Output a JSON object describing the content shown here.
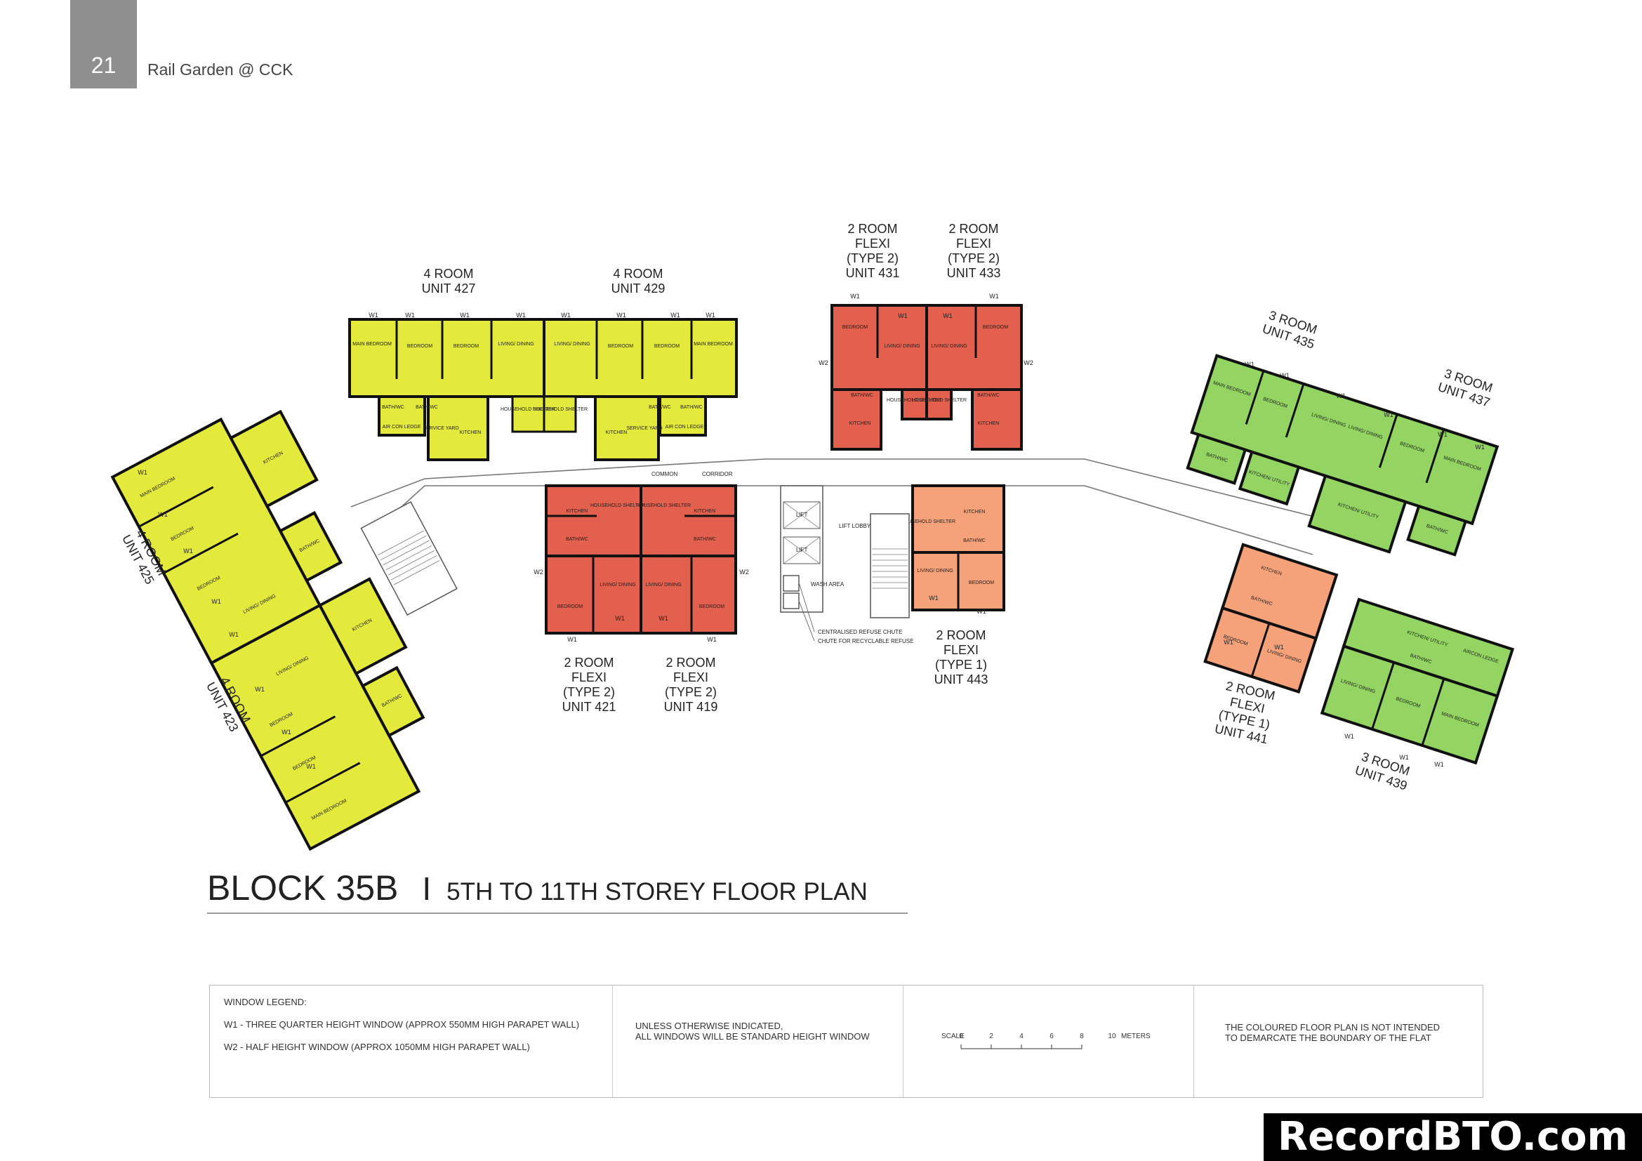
{
  "header": {
    "page_number": "21",
    "doc_title": "Rail Garden @ CCK"
  },
  "colors": {
    "four_room": "#e3ea3c",
    "two_room_type2": "#e35f4e",
    "two_room_type1": "#f5a27b",
    "three_room": "#93d462",
    "page_tab": "#8f8f8f"
  },
  "units": [
    {
      "id": "427",
      "lines": [
        "4 ROOM",
        "UNIT 427"
      ]
    },
    {
      "id": "429",
      "lines": [
        "4 ROOM",
        "UNIT 429"
      ]
    },
    {
      "id": "431",
      "lines": [
        "2 ROOM",
        "FLEXI",
        "(TYPE 2)",
        "UNIT 431"
      ]
    },
    {
      "id": "433",
      "lines": [
        "2 ROOM",
        "FLEXI",
        "(TYPE 2)",
        "UNIT 433"
      ]
    },
    {
      "id": "435",
      "lines": [
        "3 ROOM",
        "UNIT 435"
      ]
    },
    {
      "id": "437",
      "lines": [
        "3 ROOM",
        "UNIT 437"
      ]
    },
    {
      "id": "425",
      "lines": [
        "4 ROOM",
        "UNIT 425"
      ]
    },
    {
      "id": "423",
      "lines": [
        "4 ROOM",
        "UNIT 423"
      ]
    },
    {
      "id": "421",
      "lines": [
        "2 ROOM",
        "FLEXI",
        "(TYPE 2)",
        "UNIT 421"
      ]
    },
    {
      "id": "419",
      "lines": [
        "2 ROOM",
        "FLEXI",
        "(TYPE 2)",
        "UNIT 419"
      ]
    },
    {
      "id": "443",
      "lines": [
        "2 ROOM",
        "FLEXI",
        "(TYPE 1)",
        "UNIT 443"
      ]
    },
    {
      "id": "441",
      "lines": [
        "2 ROOM",
        "FLEXI",
        "(TYPE 1)",
        "UNIT 441"
      ]
    },
    {
      "id": "439",
      "lines": [
        "3 ROOM",
        "UNIT 439"
      ]
    }
  ],
  "rooms": {
    "main_bedroom": "MAIN BEDROOM",
    "bedroom": "BEDROOM",
    "living_dining": "LIVING/ DINING",
    "bath_wc": "BATH/WC",
    "kitchen": "KITCHEN",
    "service_yard": "SERVICE YARD",
    "air_con_ledge": "AIR CON LEDGE",
    "household_shelter": "HOUSEHOLD SHELTER",
    "kitchen_utility": "KITCHEN/ UTILITY",
    "air_con_ledge_short": "AIRCON LEDGE"
  },
  "windows": {
    "w1": "W1",
    "w2": "W2"
  },
  "core": {
    "common_corridor_1": "COMMON",
    "common_corridor_2": "CORRIDOR",
    "lift": "LIFT",
    "lift_lobby": "LIFT LOBBY",
    "wash_area": "WASH AREA",
    "refuse_chute": "CENTRALISED REFUSE CHUTE",
    "recycle_chute": "CHUTE FOR RECYCLABLE REFUSE"
  },
  "heading": {
    "block": "BLOCK 35B",
    "separator": "I",
    "subtitle": "5TH TO 11TH STOREY FLOOR PLAN"
  },
  "legend": {
    "window_title": "WINDOW LEGEND:",
    "w1_desc": "W1 - THREE QUARTER HEIGHT WINDOW (APPROX 550MM HIGH PARAPET WALL)",
    "w2_desc": "W2 - HALF HEIGHT WINDOW (APPROX 1050MM HIGH PARAPET WALL)",
    "standard_note_1": "UNLESS OTHERWISE INDICATED,",
    "standard_note_2": "ALL WINDOWS WILL BE STANDARD HEIGHT WINDOW",
    "scale_label": "SCALE",
    "scale_ticks": [
      "0",
      "2",
      "4",
      "6",
      "8",
      "10"
    ],
    "scale_unit": "METERS",
    "disclaimer_1": "THE COLOURED FLOOR PLAN IS NOT INTENDED",
    "disclaimer_2": "TO DEMARCATE THE BOUNDARY OF THE FLAT"
  },
  "watermark": "RecordBTO.com"
}
